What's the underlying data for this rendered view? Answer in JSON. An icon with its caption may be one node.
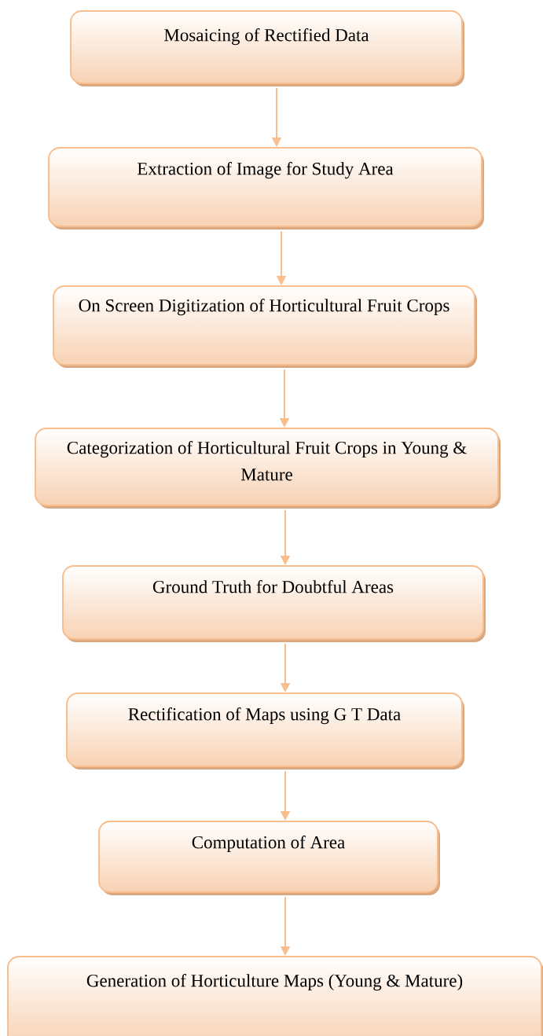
{
  "diagram": {
    "nodes": [
      {
        "text": [
          "Mosaicing of Rectified Data"
        ]
      },
      {
        "text": [
          "Extraction of Image for Study Area"
        ]
      },
      {
        "text": [
          "On Screen Digitization of Horticultural Fruit Crops"
        ]
      },
      {
        "text": [
          "Categorization of Horticultural Fruit Crops in Young & Mature"
        ]
      },
      {
        "text": [
          "Ground Truth for Doubtful Areas"
        ]
      },
      {
        "text": [
          "Rectification of Maps using G T Data"
        ]
      },
      {
        "text": [
          "Computation of Area"
        ]
      },
      {
        "text": [
          "Generation of Horticulture Maps (Young & Mature)"
        ]
      }
    ],
    "edges": [
      {
        "from": 0,
        "to": 1,
        "arrow": "to"
      },
      {
        "from": 1,
        "to": 2,
        "arrow": "to"
      },
      {
        "from": 2,
        "to": 3,
        "arrow": "to"
      },
      {
        "from": 3,
        "to": 4,
        "arrow": "to"
      },
      {
        "from": 4,
        "to": 5,
        "arrow": "to"
      },
      {
        "from": 5,
        "to": 6,
        "arrow": "to"
      },
      {
        "from": 6,
        "to": 7,
        "arrow": "to"
      }
    ]
  }
}
